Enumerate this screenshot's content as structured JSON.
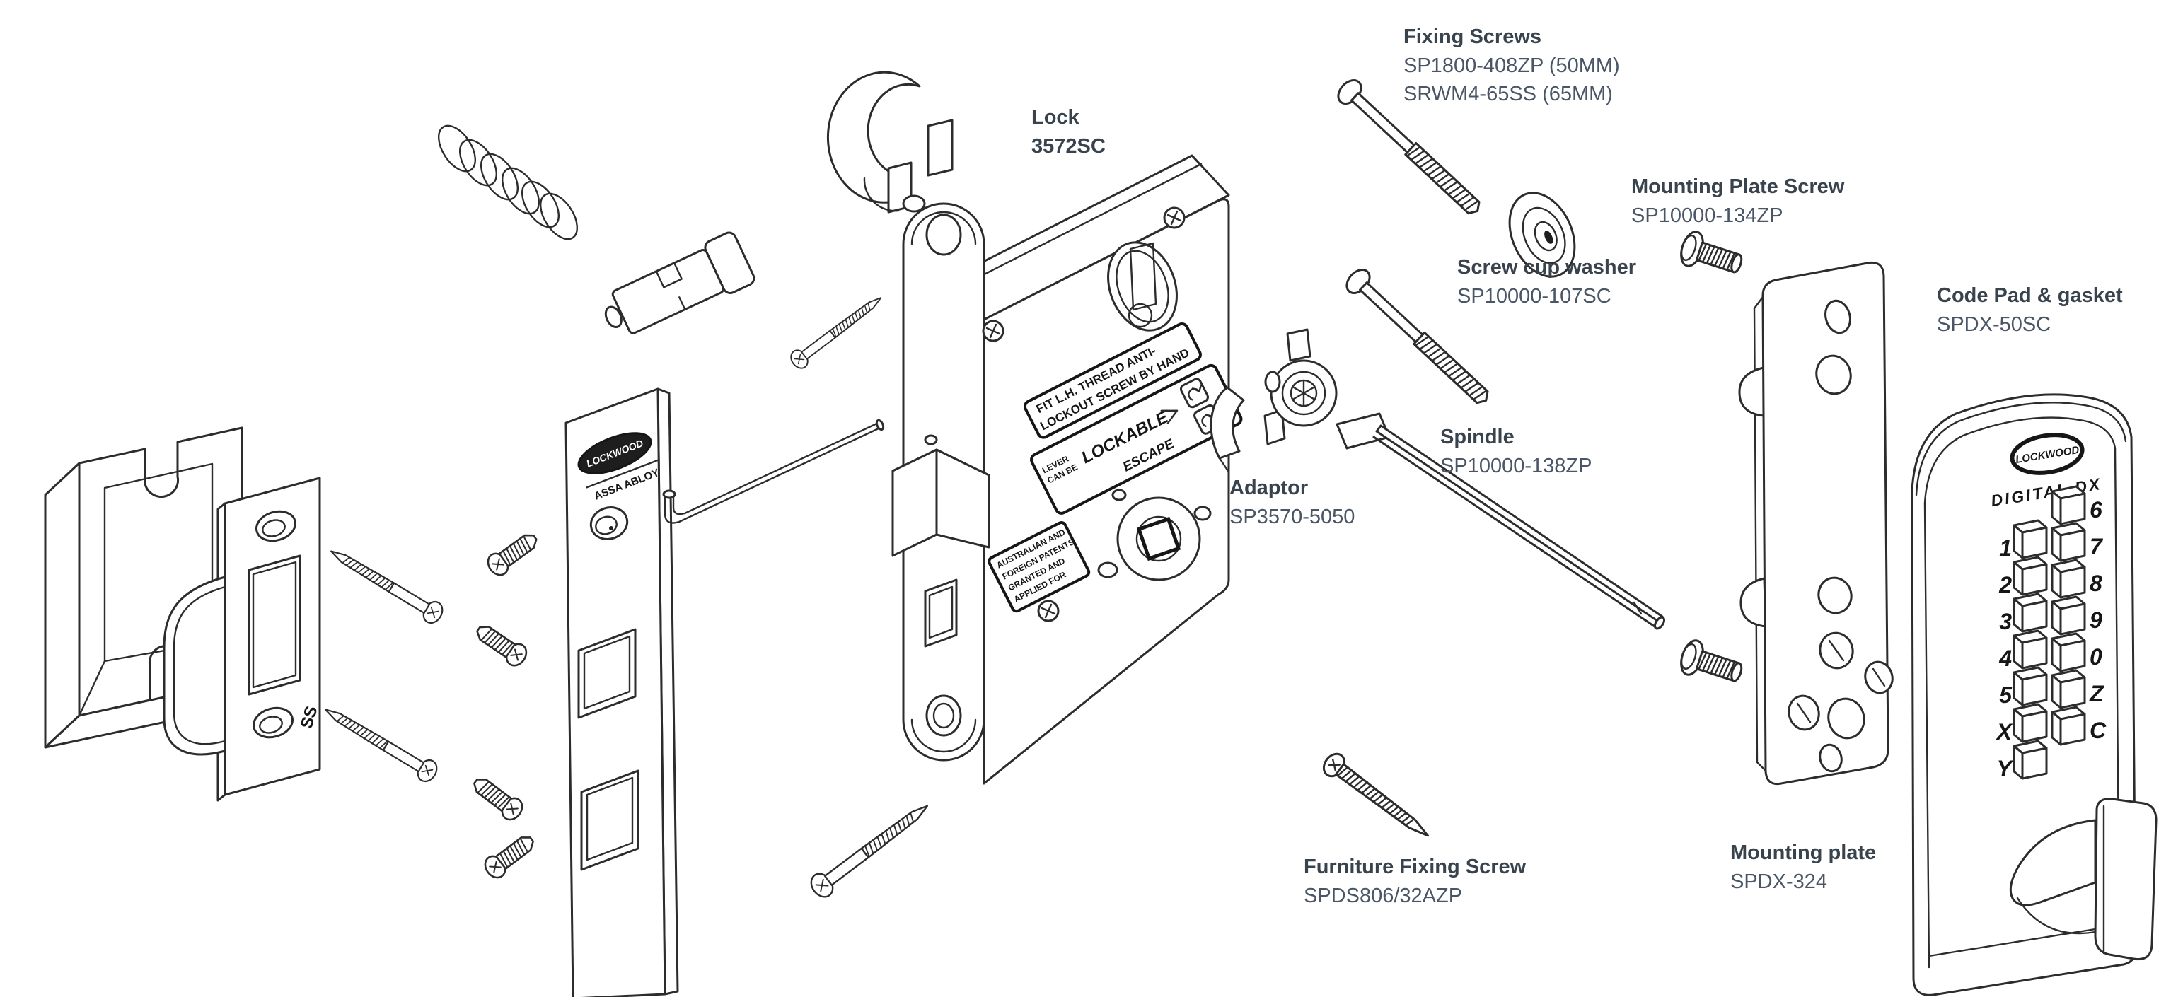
{
  "colors": {
    "heading": "#39434d",
    "code": "#4a5666",
    "line": "#2c2c2c"
  },
  "labels": {
    "fixing_screws": {
      "title": "Fixing Screws",
      "codes": [
        "SP1800-408ZP (50MM)",
        "SRWM4-65SS (65MM)"
      ]
    },
    "lock": {
      "title": "Lock",
      "codes": [
        "3572SC"
      ]
    },
    "mounting_plate_screw": {
      "title": "Mounting Plate Screw",
      "codes": [
        "SP10000-134ZP"
      ]
    },
    "screw_cup_washer": {
      "title": "Screw cup washer",
      "codes": [
        "SP10000-107SC"
      ]
    },
    "code_pad": {
      "title": "Code Pad & gasket",
      "codes": [
        "SPDX-50SC"
      ]
    },
    "spindle": {
      "title": "Spindle",
      "codes": [
        "SP10000-138ZP"
      ]
    },
    "adaptor": {
      "title": "Adaptor",
      "codes": [
        "SP3570-5050"
      ]
    },
    "furniture_fixing_screw": {
      "title": "Furniture Fixing Screw",
      "codes": [
        "SPDS806/32AZP"
      ]
    },
    "mounting_plate": {
      "title": "Mounting plate",
      "codes": [
        "SPDX-324"
      ]
    }
  },
  "code_pad_device": {
    "brand": "LOCKWOOD",
    "model": "DIGITAL DX",
    "keys_left": [
      "1",
      "2",
      "3",
      "4",
      "5",
      "X",
      "Y"
    ],
    "keys_right": [
      "6",
      "7",
      "8",
      "9",
      "0",
      "Z",
      "C"
    ]
  },
  "lock_faceplate": {
    "brand": "LOCKWOOD",
    "maker": "ASSA ABLOY"
  },
  "strike_plate": {
    "marking": "SS"
  },
  "lock_case_labels": {
    "anti_lockout_line1": "FIT L.H. THREAD ANTI-",
    "anti_lockout_line2": "LOCKOUT SCREW BY HAND",
    "function_small_1": "LEVER",
    "function_small_2": "CAN BE",
    "function_big": "LOCKABLE",
    "function_escape": "ESCAPE",
    "patent_lines": [
      "AUSTRALIAN AND",
      "FOREIGN PATENTS",
      "GRANTED AND",
      "APPLIED FOR"
    ]
  }
}
